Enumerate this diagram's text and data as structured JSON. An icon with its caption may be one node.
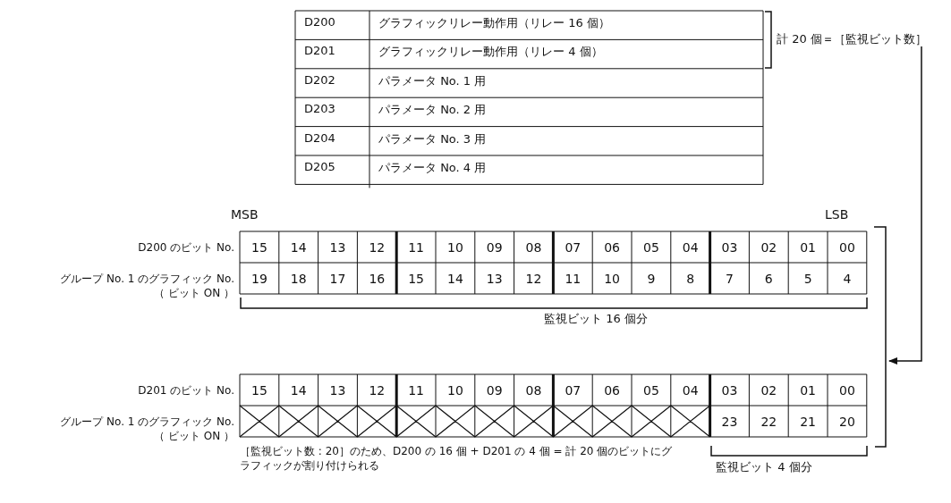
{
  "diagram": {
    "nodes": [
      {
        "text": [
          "計 20 個＝［監視ビット数］"
        ]
      },
      {
        "text": [],
        "shape": "bracket"
      }
    ],
    "edges": [
      {
        "from": 0,
        "to": 1,
        "arrow": "to"
      }
    ],
    "labels": [
      "D200",
      "グラフィックリレー動作用（リレー 16 個）",
      "D201",
      "グラフィックリレー動作用（リレー 4 個）",
      "D202",
      "パラメータ No. 1 用",
      "D203",
      "パラメータ No. 2 用",
      "D204",
      "パラメータ No. 3 用",
      "D205",
      "パラメータ No. 4 用",
      "MSB",
      "LSB",
      "D200 のビット No.",
      "15",
      "14",
      "13",
      "12",
      "11",
      "10",
      "09",
      "08",
      "07",
      "06",
      "05",
      "04",
      "03",
      "02",
      "01",
      "00",
      "グループ No. 1 のグラフィック No. （ ビット ON ）",
      "19",
      "18",
      "17",
      "16",
      "15",
      "14",
      "13",
      "12",
      "11",
      "10",
      "9",
      "8",
      "7",
      "6",
      "5",
      "4",
      "監視ビット 16 個分",
      "D201 のビット No.",
      "15",
      "14",
      "13",
      "12",
      "11",
      "10",
      "09",
      "08",
      "07",
      "06",
      "05",
      "04",
      "03",
      "02",
      "01",
      "00",
      "グループ No. 1 のグラフィック No. （ ビット ON ）",
      "23",
      "22",
      "21",
      "20",
      "［監視ビット数 : 20］のため、D200 の 16 個 + D201 の 4 個 = 計 20 個のビットにグラフィックが割り付けられる",
      "監視ビット 4 個分"
    ]
  }
}
